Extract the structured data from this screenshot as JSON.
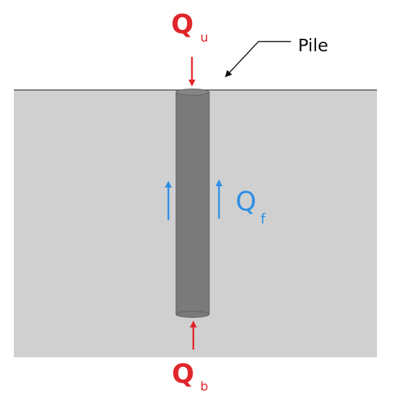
{
  "labels": {
    "pile": "Pile",
    "q_top_main": "Q",
    "q_top_sub": "u",
    "q_friction_main": "Q",
    "q_friction_sub": "f",
    "q_base_main": "Q",
    "q_base_sub": "b"
  },
  "colors": {
    "soil": "#d0d0d0",
    "ground_line": "#333333",
    "pile": "#7a7a7a",
    "pile_edge": "#5f5f5f",
    "load_arrow": "#e0262b",
    "friction_arrow": "#2f8fe6",
    "leader": "#111111"
  }
}
